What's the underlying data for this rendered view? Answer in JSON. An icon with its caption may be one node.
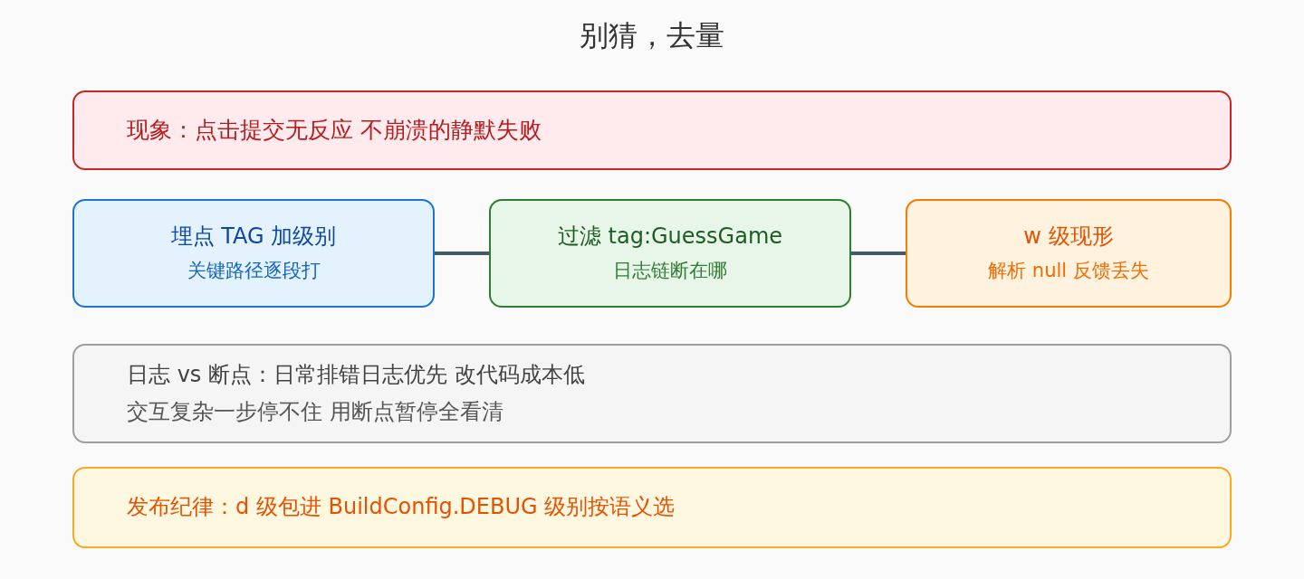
{
  "diagram": {
    "title": "别猜，去量",
    "nodes": [
      {
        "text": [
          "现象：点击提交无反应 不崩溃的静默失败"
        ]
      },
      {
        "text": [
          "埋点 TAG 加级别",
          "关键路径逐段打"
        ]
      },
      {
        "text": [
          "过滤 tag:GuessGame",
          "日志链断在哪"
        ]
      },
      {
        "text": [
          "w 级现形",
          "解析 null 反馈丢失"
        ]
      },
      {
        "text": [
          "日志 vs 断点：日常排错日志优先 改代码成本低",
          "交互复杂一步停不住 用断点暂停全看清"
        ]
      },
      {
        "text": [
          "发布纪律：d 级包进 BuildConfig.DEBUG 级别按语义选"
        ]
      }
    ],
    "edges": [
      {
        "from": 1,
        "to": 2,
        "arrow": "none"
      },
      {
        "from": 2,
        "to": 3,
        "arrow": "none"
      }
    ]
  }
}
